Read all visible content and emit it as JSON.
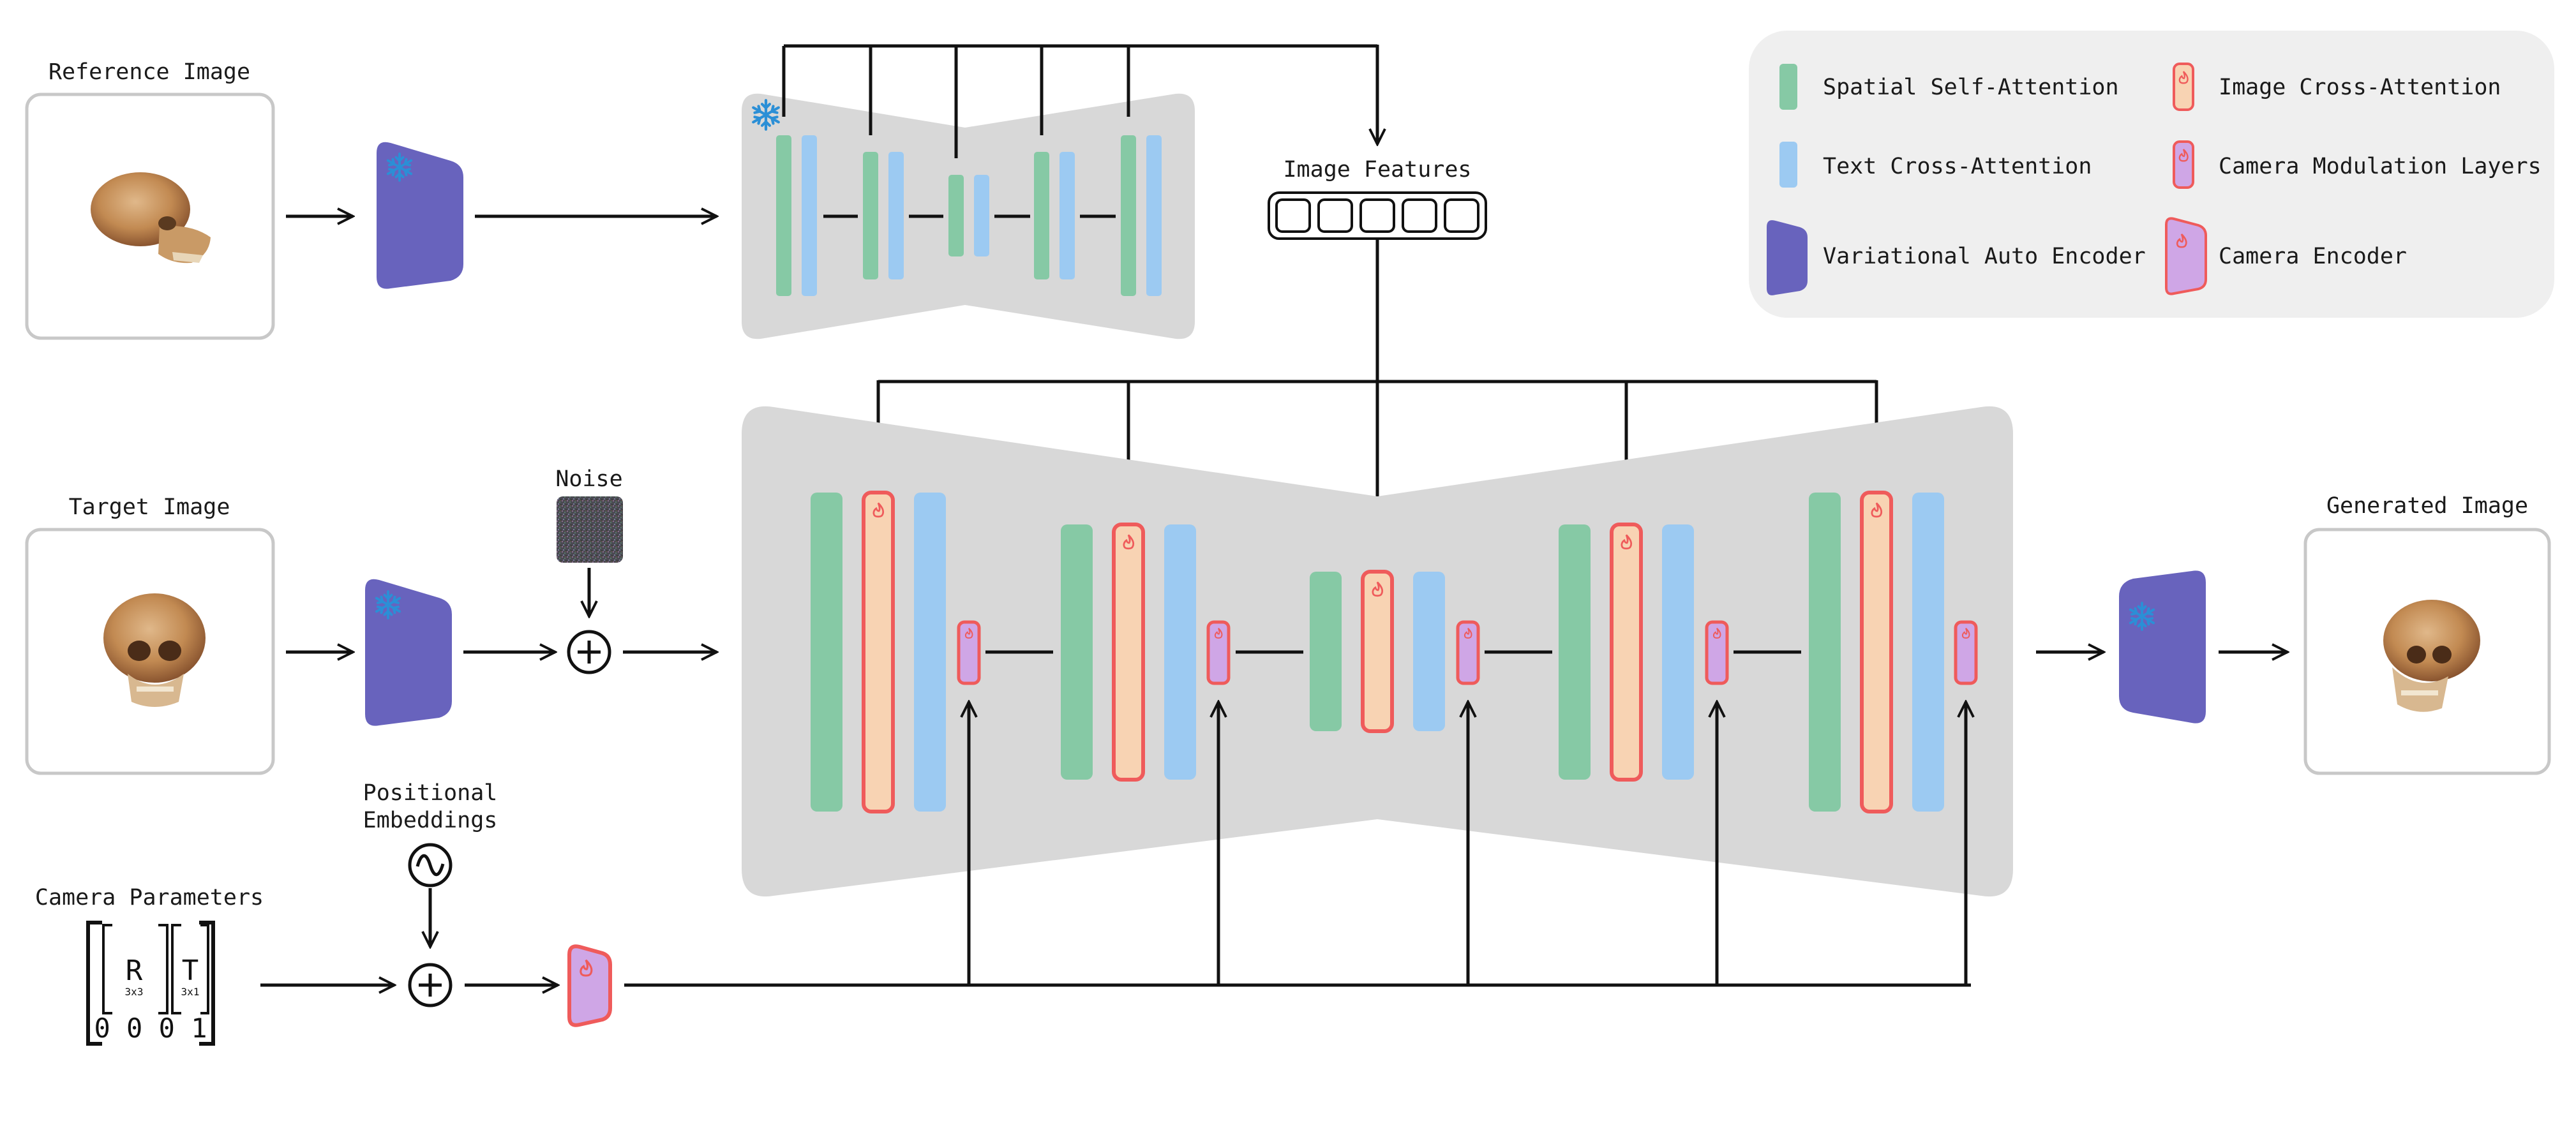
{
  "labels": {
    "reference_image": "Reference Image",
    "target_image": "Target Image",
    "generated_image": "Generated Image",
    "noise": "Noise",
    "positional_embeddings_line1": "Positional",
    "positional_embeddings_line2": "Embeddings",
    "camera_parameters": "Camera Parameters",
    "image_features": "Image Features"
  },
  "matrix": {
    "r": "R",
    "r_sub": "3x3",
    "t": "T",
    "t_sub": "3x1",
    "bottom_row": "0 0 0 1"
  },
  "legend": {
    "items": [
      {
        "label": "Spatial Self-Attention",
        "icon": "green-bar"
      },
      {
        "label": "Text Cross-Attention",
        "icon": "blue-bar"
      },
      {
        "label": "Variational Auto Encoder",
        "icon": "vae-trapezoid"
      },
      {
        "label": "Image Cross-Attention",
        "icon": "orange-bar-flame"
      },
      {
        "label": "Camera Modulation Layers",
        "icon": "purple-bar-flame"
      },
      {
        "label": "Camera Encoder",
        "icon": "camera-encoder-flame"
      }
    ]
  },
  "colors": {
    "spatial_self_attention": "#86c9a5",
    "text_cross_attention": "#9ccaf2",
    "vae": "#6863bd",
    "image_cross_attention_fill": "#f8d3b3",
    "camera_modulation_fill": "#cfa6e6",
    "trainable_outline": "#ef5b5b",
    "unet_background": "#d8d8d8",
    "legend_background": "#efefef",
    "snowflake": "#2b8fd6"
  },
  "icons": {
    "frozen": "snowflake-icon",
    "trainable": "flame-icon",
    "add": "plus-circle-icon",
    "positional": "sine-wave-icon"
  }
}
